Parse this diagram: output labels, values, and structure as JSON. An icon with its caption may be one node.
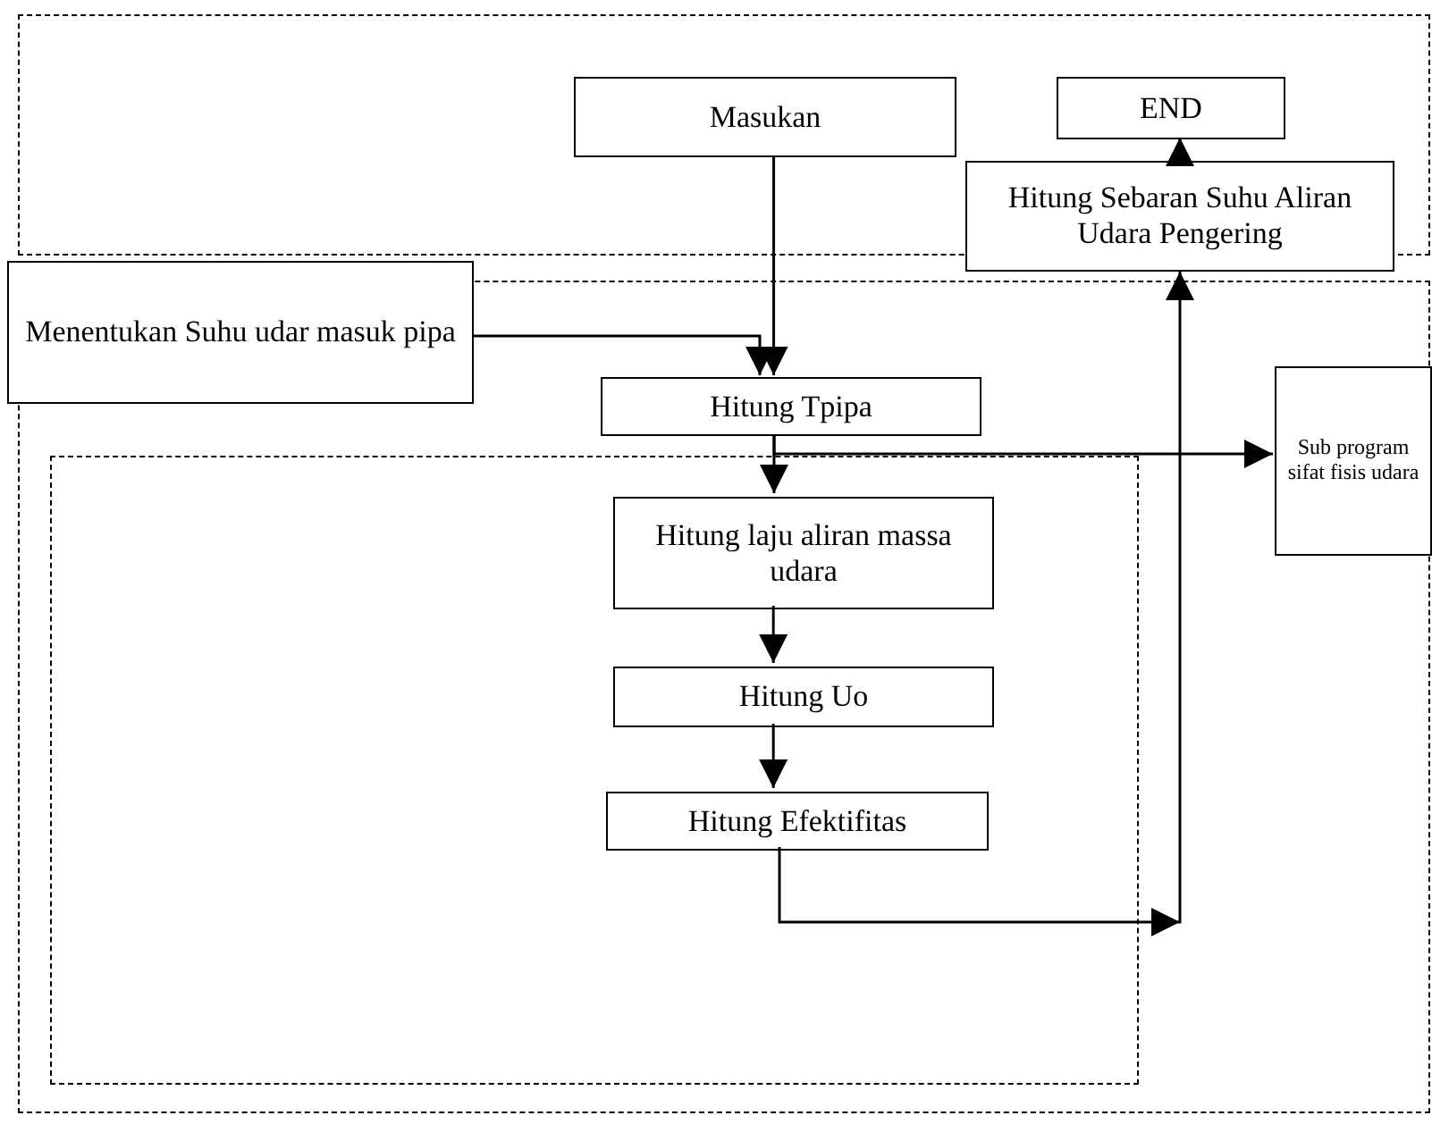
{
  "diagram": {
    "nodes": [
      {
        "text": [],
        "shape": "box"
      },
      {
        "text": [
          "Masukan"
        ],
        "in": 0
      },
      {
        "text": [
          "END"
        ],
        "in": 0
      },
      {
        "text": [
          "Hitung Sebaran Suhu Aliran Udara Pengering"
        ]
      },
      {
        "text": [],
        "shape": "box"
      },
      {
        "text": [
          "Menentukan  Suhu udar masuk pipa"
        ]
      },
      {
        "text": [
          "Hitung Tpipa"
        ],
        "in": 4
      },
      {
        "text": [],
        "shape": "box",
        "in": 4
      },
      {
        "text": [
          "Sub program sifat fisis udara"
        ],
        "in": 4
      },
      {
        "text": [
          "Hitung laju aliran massa udara"
        ],
        "in": 7
      },
      {
        "text": [
          "Hitung Uo"
        ],
        "in": 7
      },
      {
        "text": [
          "Hitung Efektifitas"
        ],
        "in": 7
      }
    ],
    "edges": [
      {
        "from": 1,
        "to": 6,
        "arrow": "to"
      },
      {
        "from": 5,
        "to": 6,
        "arrow": "to"
      },
      {
        "from": 6,
        "to": 9,
        "arrow": "to"
      },
      {
        "from": 6,
        "to": 8,
        "arrow": "to"
      },
      {
        "from": 9,
        "to": 10,
        "arrow": "to"
      },
      {
        "from": 10,
        "to": 11,
        "arrow": "to"
      },
      {
        "from": 11,
        "to": 3,
        "arrow": "to"
      },
      {
        "from": 3,
        "to": 2,
        "arrow": "to"
      }
    ]
  }
}
